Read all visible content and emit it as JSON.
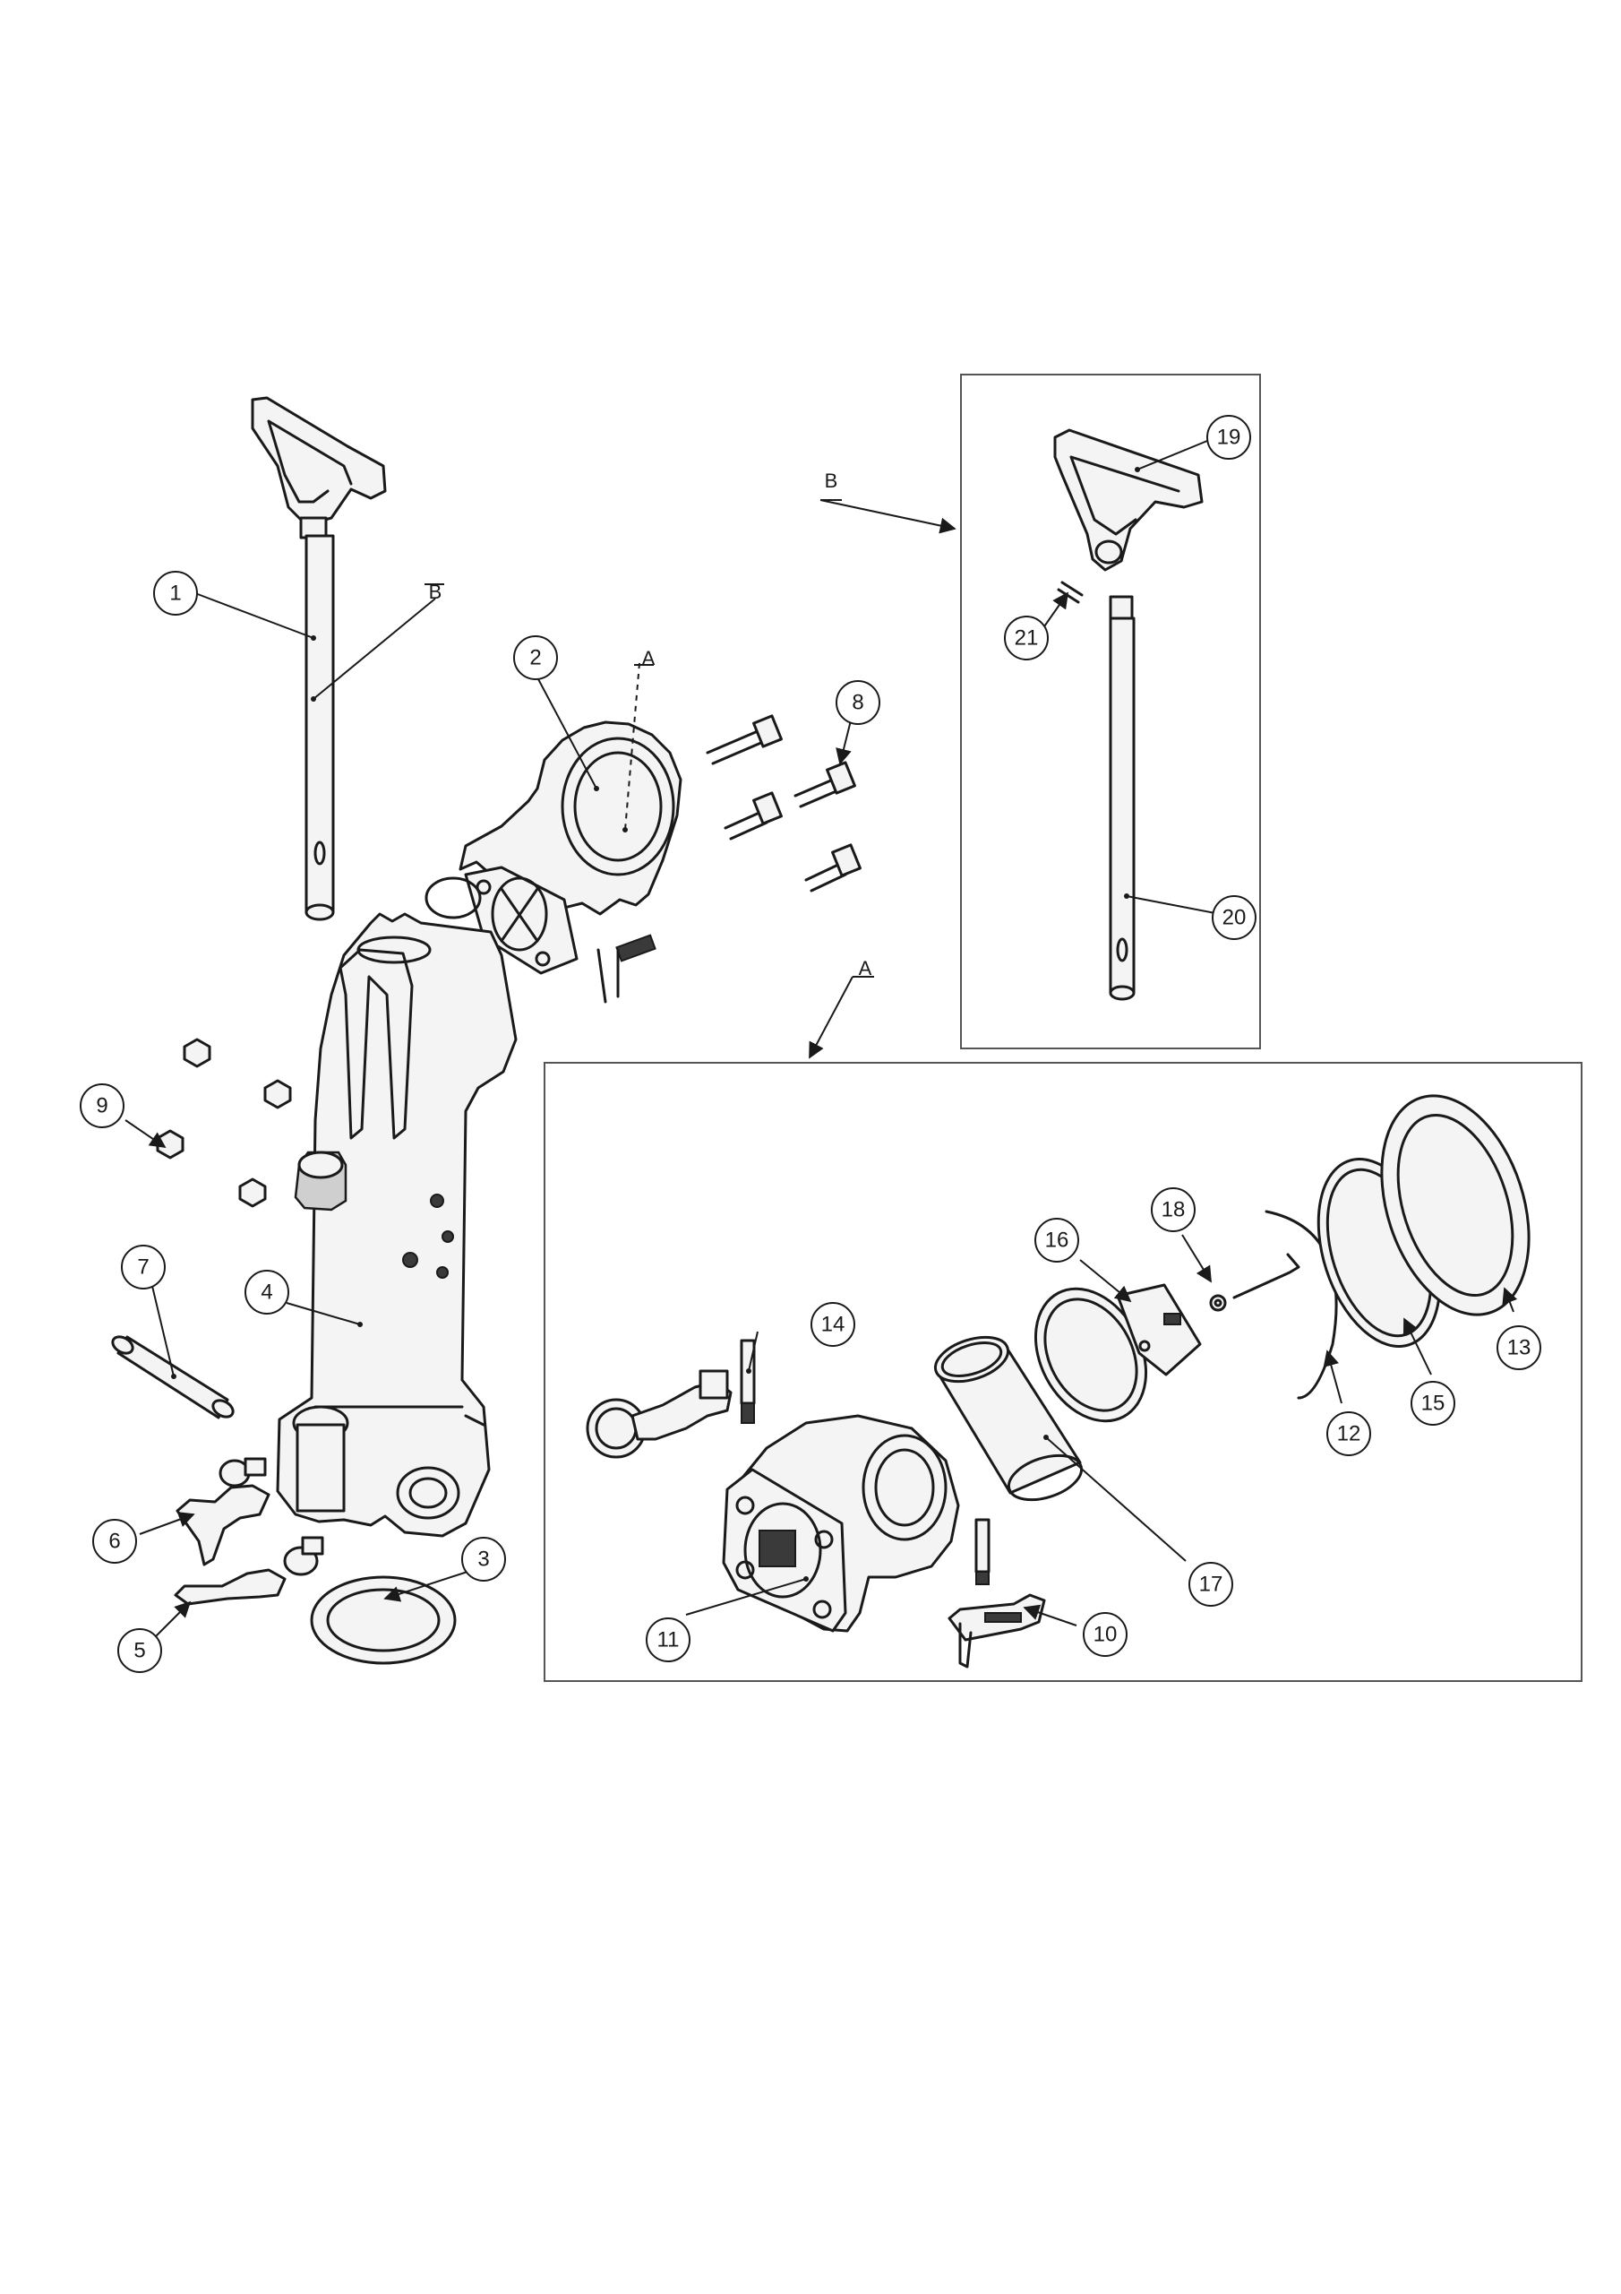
{
  "callouts": [
    "1",
    "2",
    "3",
    "4",
    "5",
    "6",
    "7",
    "8",
    "9",
    "10",
    "11",
    "12",
    "13",
    "14",
    "15",
    "16",
    "17",
    "18",
    "19",
    "20",
    "21"
  ],
  "refs": {
    "a": "A",
    "b": "B"
  }
}
